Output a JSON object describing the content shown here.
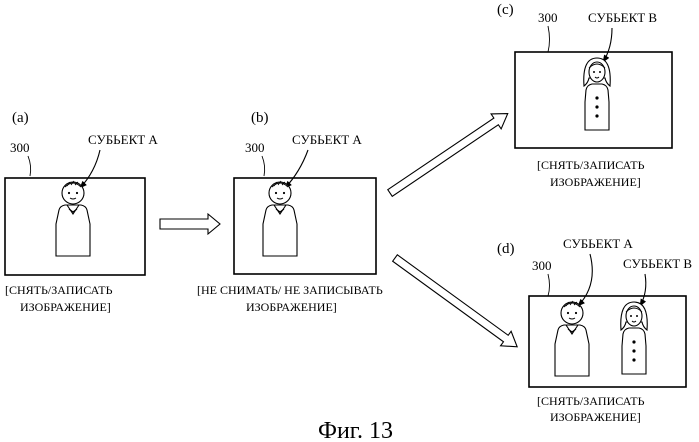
{
  "panels": {
    "a": {
      "letter": "(a)",
      "ref": "300",
      "subject": "СУБЬЕКТ А",
      "caption": [
        "[СНЯТЬ/ЗАПИСАТЬ",
        "ИЗОБРАЖЕНИЕ]"
      ]
    },
    "b": {
      "letter": "(b)",
      "ref": "300",
      "subject": "СУБЬЕКТ А",
      "caption": [
        "[НЕ СНИМАТЬ/ НЕ ЗАПИСЫВАТЬ",
        "ИЗОБРАЖЕНИЕ]"
      ]
    },
    "c": {
      "letter": "(c)",
      "ref": "300",
      "subject": "СУБЬЕКТ В",
      "caption": [
        "[СНЯТЬ/ЗАПИСАТЬ",
        "ИЗОБРАЖЕНИЕ]"
      ]
    },
    "d": {
      "letter": "(d)",
      "ref": "300",
      "subject_a": "СУБЬЕКТ А",
      "subject_b": "СУБЬЕКТ В",
      "caption": [
        "[СНЯТЬ/ЗАПИСАТЬ",
        "ИЗОБРАЖЕНИЕ]"
      ]
    }
  },
  "figure_caption": "Фиг. 13"
}
